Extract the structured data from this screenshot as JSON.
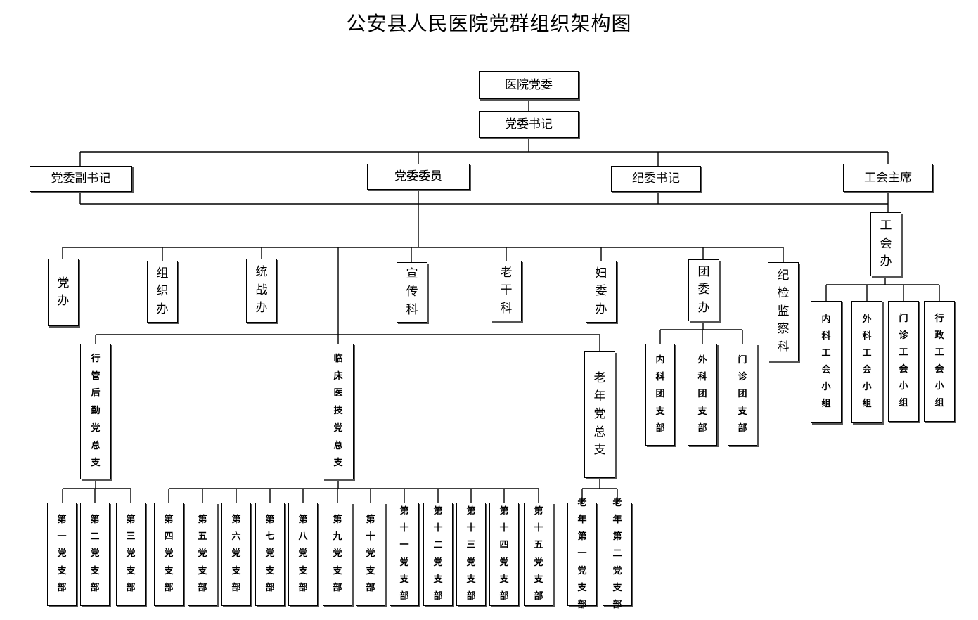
{
  "title": "公安县人民医院党群组织架构图",
  "top": {
    "party_committee": "医院党委",
    "secretary": "党委书记"
  },
  "leaders": {
    "deputy_secretary": "党委副书记",
    "members": "党委委员",
    "discipline_secretary": "纪委书记",
    "union_chair": "工会主席"
  },
  "offices": {
    "party_office": "党办",
    "organization_office": "组织办",
    "united_front_office": "统战办",
    "publicity": "宣传科",
    "veteran_cadres": "老干科",
    "women_committee": "妇委办",
    "youth_league": "团委办",
    "discipline_supervision": "纪检监察科",
    "union_office": "工会办"
  },
  "general_branches": {
    "admin_logistics": "行管后勤党总支",
    "clinical_tech": "临床医技党总支",
    "elderly": "老年党总支"
  },
  "branches": [
    "第一党支部",
    "第二党支部",
    "第三党支部",
    "第四党支部",
    "第五党支部",
    "第六党支部",
    "第七党支部",
    "第八党支部",
    "第九党支部",
    "第十党支部",
    "第十一党支部",
    "第十二党支部",
    "第十三党支部",
    "第十四党支部",
    "第十五党支部",
    "老年第一党支部",
    "老年第二党支部"
  ],
  "league_branches": [
    "内科团支部",
    "外科团支部",
    "门诊团支部"
  ],
  "union_groups": [
    "内科工会小组",
    "外科工会小组",
    "门诊工会小组",
    "行政工会小组"
  ]
}
